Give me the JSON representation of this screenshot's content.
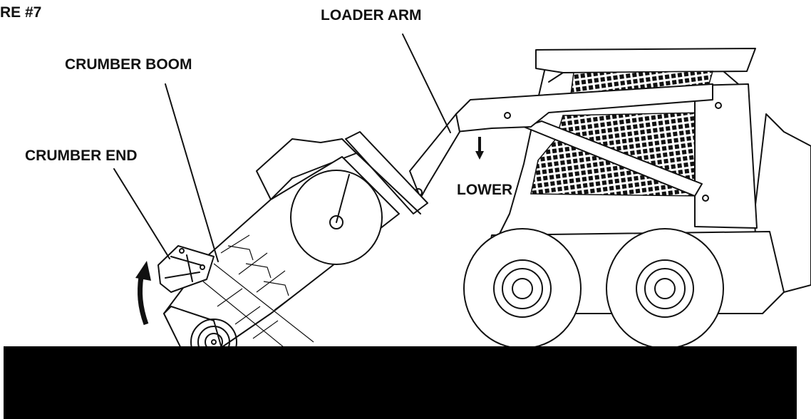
{
  "figure": {
    "heading": "RE #7"
  },
  "labels": {
    "loader_arm": "LOADER ARM",
    "crumber_boom": "CRUMBER BOOM",
    "crumber_end": "CRUMBER END",
    "lower": "LOWER"
  },
  "colors": {
    "ink": "#111111",
    "ground": "#000000",
    "paper": "#ffffff"
  }
}
